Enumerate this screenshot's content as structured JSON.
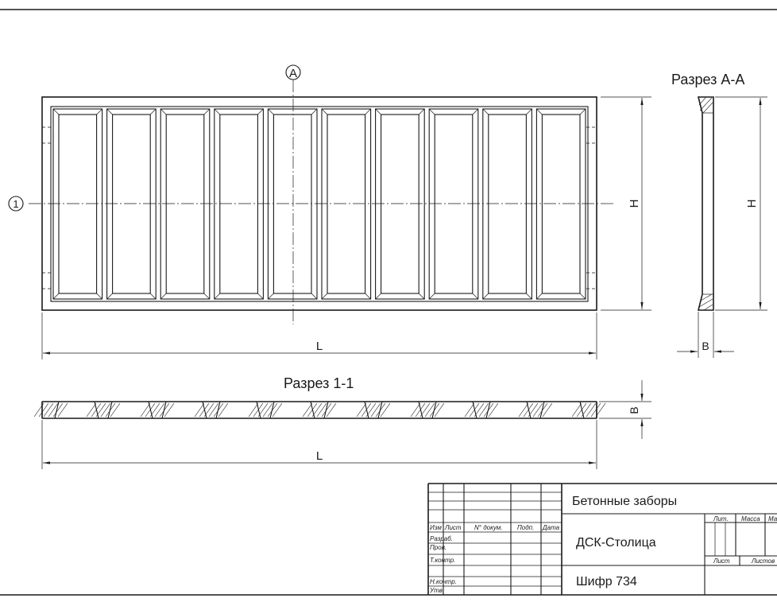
{
  "section_aa": {
    "title": "Разрез А-А",
    "dim_height": "H",
    "dim_width": "B"
  },
  "section_11": {
    "title": "Разрез 1-1",
    "dim_length": "L",
    "dim_thickness": "B"
  },
  "front_view": {
    "marker_a": "A",
    "marker_1": "1",
    "dim_height": "H",
    "dim_length": "L"
  },
  "title_block": {
    "designation": "Бетонные заборы",
    "organization": "ДСК-Столица",
    "code": "Шифр 734",
    "headers": {
      "izm": "Изм",
      "list": "Лист",
      "doc_no": "N° докум.",
      "sign": "Подп.",
      "date": "Дата"
    },
    "roles": [
      "Разраб.",
      "Пров.",
      "Т.контр.",
      "Н.контр.",
      "Утв."
    ],
    "right_labels": {
      "lit": "Лит.",
      "mass": "Масса",
      "scale": "Ма",
      "sheet": "Лист",
      "sheets": "Листов"
    }
  }
}
